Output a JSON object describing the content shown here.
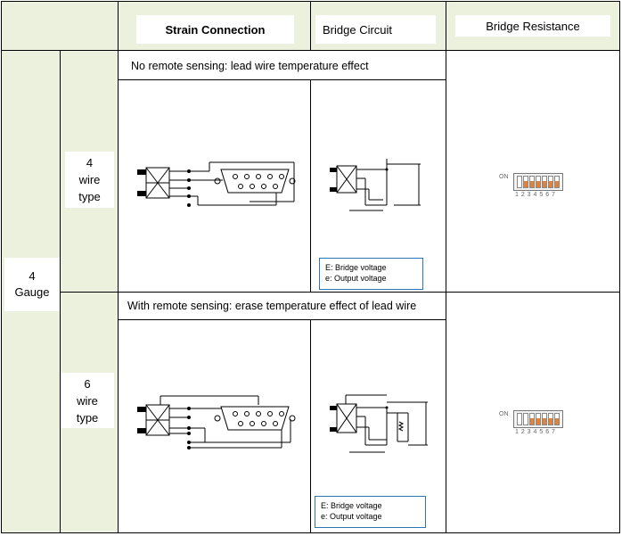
{
  "headers": {
    "strain_connection": "Strain Connection",
    "bridge_circuit": "Bridge Circuit",
    "bridge_resistance": "Bridge Resistance"
  },
  "rows": {
    "gauge_label": "4\nGauge",
    "four_wire": {
      "type_label": "4\nwire\ntype",
      "description": "No remote sensing: lead wire temperature effect",
      "legend_E": "E: Bridge voltage",
      "legend_e": "e: Output voltage",
      "dip_label": "ON",
      "dip_numbers": "1 2 3 4 5 6 7",
      "dip_on": [
        false,
        true,
        true,
        true,
        true,
        true,
        true
      ]
    },
    "six_wire": {
      "type_label": "6\nwire\ntype",
      "description": "With remote sensing: erase temperature effect of lead wire",
      "legend_E": "E: Bridge voltage",
      "legend_e": "e: Output voltage",
      "dip_label": "ON",
      "dip_numbers": "1 2 3 4 5 6 7",
      "dip_on": [
        false,
        false,
        true,
        true,
        true,
        true,
        true
      ]
    }
  },
  "colors": {
    "cell_green": "#ebf1dd",
    "grid_line": "#000000",
    "legend_border": "#2e75b6",
    "dip_on": "#e1813a"
  }
}
